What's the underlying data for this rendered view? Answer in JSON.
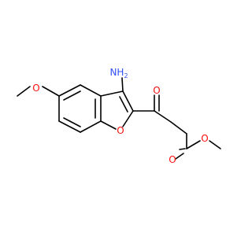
{
  "molecule": {
    "colors": {
      "carbon_bond": "#000000",
      "nitrogen": "#3050f8",
      "oxygen": "#ff0d0d",
      "background": "#ffffff"
    },
    "labels": {
      "amino": "NH",
      "amino_sub": "2",
      "methoxy_oxygen": "O",
      "furan_oxygen": "O",
      "ketone_oxygen": "O",
      "ester_carbonyl_oxygen": "O",
      "ester_ether_oxygen": "O"
    }
  }
}
